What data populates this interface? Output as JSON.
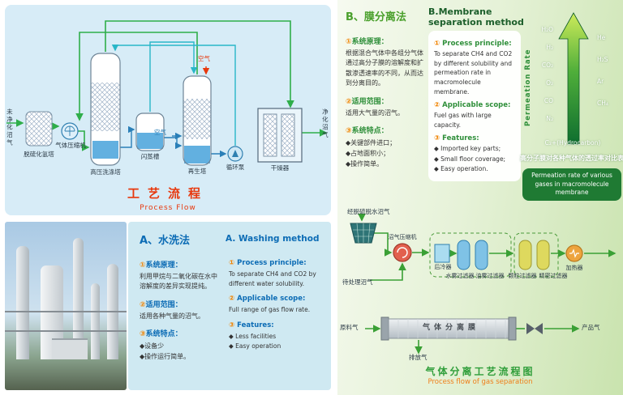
{
  "process_flow": {
    "title_cn": "工艺流程",
    "title_en": "Process Flow",
    "labels": {
      "inlet": "未净化沼气",
      "desulf_tower": "脱硫化氢塔",
      "compressor": "气体压缩机",
      "wash_tower": "高压洗涤塔",
      "flash_tank": "闪蒸槽",
      "regen_tower": "再生塔",
      "pump": "循环泵",
      "dryer": "干燥器",
      "air_top": "空气",
      "air_side": "空气",
      "outlet": "净化沼气"
    }
  },
  "washing": {
    "title_cn": "A、水洗法",
    "title_en": "A. Washing method",
    "cn": {
      "s1": {
        "num": "①",
        "txt": "系统原理："
      },
      "s1_body": "利用甲烷与二氧化碳在水中溶解度的差异实现提纯。",
      "s2": {
        "num": "②",
        "txt": "适用范围："
      },
      "s2_body": "适用各种气量的沼气。",
      "s3": {
        "num": "③",
        "txt": "系统特点："
      },
      "s3_items": [
        "◆设备少",
        "◆操作运行简单。"
      ]
    },
    "en": {
      "s1": {
        "num": "①",
        "txt": " Process principle:"
      },
      "s1_body": "To separate CH4 and CO2 by different water solubility.",
      "s2": {
        "num": "②",
        "txt": " Applicable scope:"
      },
      "s2_body": "Full range of gas flow rate.",
      "s3": {
        "num": "③",
        "txt": " Features:"
      },
      "s3_items": [
        "◆ Less facilities",
        "◆ Easy operation"
      ]
    }
  },
  "membrane": {
    "title_cn": "B、膜分离法",
    "title_en_line1": "B.Membrane",
    "title_en_line2": "separation method",
    "cn": {
      "s1": {
        "num": "①",
        "txt": "系统原理："
      },
      "s1_body": "根据混合气体中各组分气体通过高分子膜的溶解度和扩散渗透速率的不同，从而达到分离目的。",
      "s2": {
        "num": "②",
        "txt": "适用范围："
      },
      "s2_body": "适用大气量的沼气。",
      "s3": {
        "num": "③",
        "txt": "系统特点："
      },
      "s3_items": [
        "◆关键部件进口；",
        "◆占地面积小；",
        "◆操作简单。"
      ]
    },
    "en": {
      "s1": {
        "num": "①",
        "txt": " Process principle:"
      },
      "s1_body": "To separate CH4 and CO2 by different solubility and permeation rate in macromolecule membrane.",
      "s2": {
        "num": "②",
        "txt": " Applicable scope:"
      },
      "s2_body": "Fuel gas with large capacity.",
      "s3": {
        "num": "③",
        "txt": " Features:"
      },
      "s3_items": [
        "◆ Imported key parts;",
        "◆ Small floor coverage;",
        "◆ Easy operation."
      ]
    }
  },
  "permeation": {
    "axis_label": "Permeation Rate",
    "gases_left": [
      "H₂O",
      "H₂",
      "CO₂",
      "O₂",
      "CO",
      "N₂"
    ],
    "gases_right": [
      "He",
      "H₂S",
      "Ar",
      "CH₄"
    ],
    "gas_bottom": "C₂+(Hydrocarbon)",
    "caption_cn": "高分子膜对各种气体的透过率对比表",
    "caption_en": "Permeation rate of various gases in macromolecule membrane"
  },
  "separation_flow": {
    "title_cn": "气体分离工艺流程图",
    "title_en": "Process flow of gas separation",
    "labels": {
      "inlet_top": "经脱硫脱水沼气",
      "inlet_bottom": "待处理沼气",
      "compressor": "沼气压缩机",
      "cooler": "后冷器",
      "water_filter": "水雾过滤器",
      "oil_filter": "油雾过滤器",
      "particle_filter": "颗粒过滤器",
      "fine_filter": "精密过滤器",
      "heater": "加热器",
      "feed": "原料气",
      "membrane_unit": "气体分离膜",
      "product": "产品气",
      "exhaust": "排放气"
    }
  }
}
